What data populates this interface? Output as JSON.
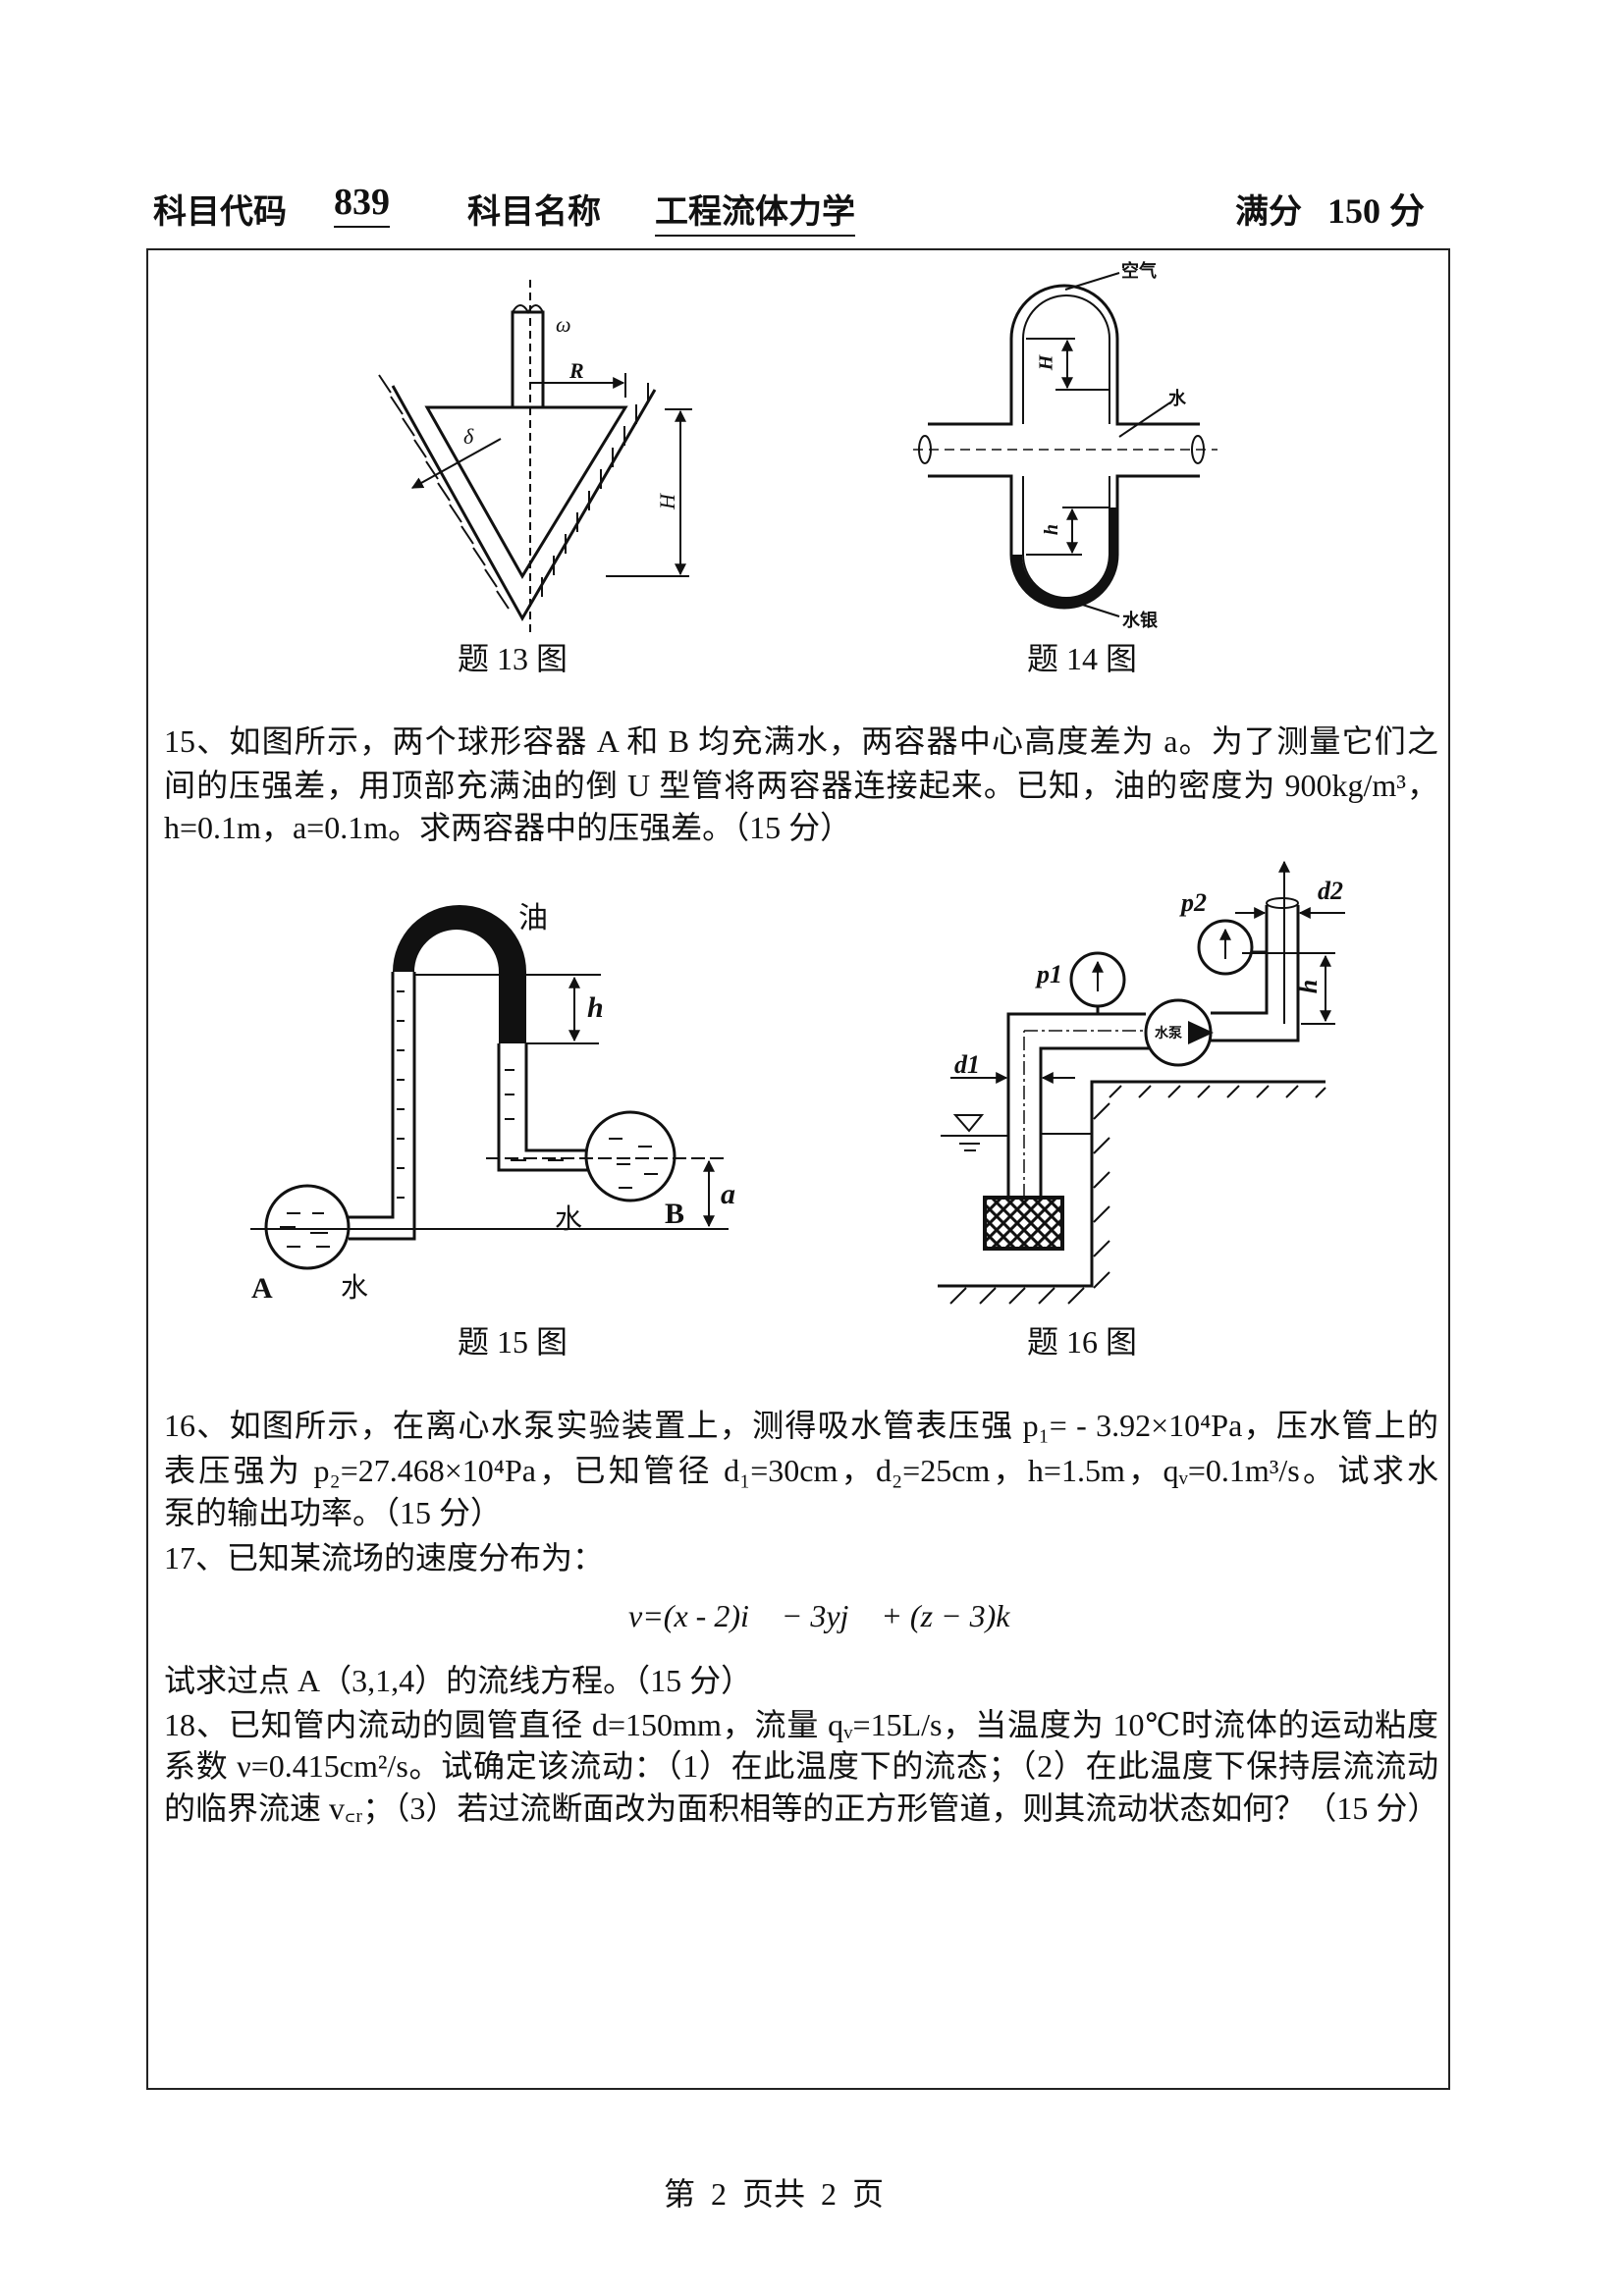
{
  "header": {
    "code_label": "科目代码",
    "code": "839",
    "name_label": "科目名称",
    "name": "工程流体力学",
    "score_label": "满分",
    "score": "150 分"
  },
  "figures": {
    "fig13": {
      "caption": "题 13 图",
      "labels": {
        "omega": "ω",
        "R": "R",
        "delta": "δ",
        "H": "H"
      }
    },
    "fig14": {
      "caption": "题 14 图",
      "labels": {
        "air": "空气",
        "water": "水",
        "mercury": "水银",
        "H": "H",
        "h": "h"
      }
    },
    "fig15": {
      "caption": "题 15 图",
      "labels": {
        "oil": "油",
        "h": "h",
        "a": "a",
        "A": "A",
        "B": "B",
        "water_a": "水",
        "water_b": "水"
      }
    },
    "fig16": {
      "caption": "题 16 图",
      "labels": {
        "p1": "p1",
        "p2": "p2",
        "d1": "d1",
        "d2": "d2",
        "h": "h",
        "pump": "水泵"
      }
    }
  },
  "questions": {
    "q15": [
      "15、如图所示，两个球形容器 A 和 B 均充满水，两容器中心高度差为 a。为了测量它们之",
      "间的压强差，用顶部充满油的倒 U 型管将两容器连接起来。已知，油的密度为 900kg/m³，",
      "h=0.1m，a=0.1m。求两容器中的压强差。（15 分）"
    ],
    "q16": [
      "16、如图所示，在离心水泵实验装置上，测得吸水管表压强 p₁= - 3.92×10⁴Pa，压水管上的",
      "表压强为 p₂=27.468×10⁴Pa，已知管径 d₁=30cm，d₂=25cm，h=1.5m，qᵥ=0.1m³/s。试求水",
      "泵的输出功率。（15 分）"
    ],
    "q17": {
      "intro": "17、已知某流场的速度分布为：",
      "formula": "v=(x - 2)i⃗ − 3yj⃗ + (z − 3)k⃗",
      "ask": "试求过点 A（3,1,4）的流线方程。（15 分）"
    },
    "q18": [
      "18、已知管内流动的圆管直径 d=150mm，流量 qᵥ=15L/s，当温度为 10℃时流体的运动粘度",
      "系数 ν=0.415cm²/s。试确定该流动：（1）在此温度下的流态；（2）在此温度下保持层流流动",
      "的临界流速 v꜀ᵣ；（3）若过流断面改为面积相等的正方形管道，则其流动状态如何？（15 分）"
    ]
  },
  "footer": "第 2 页共 2 页"
}
